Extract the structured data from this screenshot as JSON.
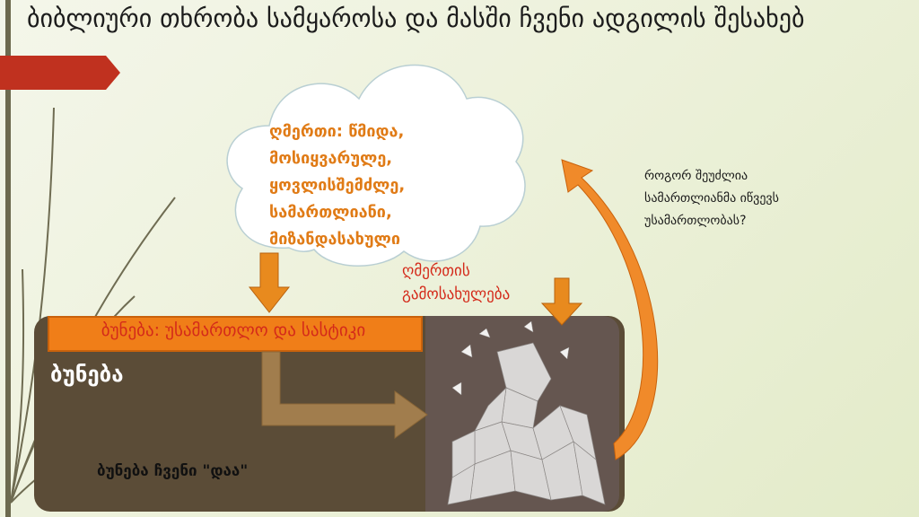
{
  "title": "ბიბლიური თხრობა სამყაროსა და მასში ჩვენი ადგილის შესახებ",
  "god_attributes": "ღმერთი: წმიდა, მოსიყვარულე, ყოვლისშემძლე, სამართლიანი, მიზანდასახული",
  "god_manifestation": "ღმერთის გამოსახულება",
  "question": "როგორ შეუძლია სამართლიანმა იწვევს უსამართლობას?",
  "nature_banner": "ბუნება: უსამართლო და სასტიკი",
  "nature_label": "ბუნება",
  "sister_nature": "ბუნება ჩვენი \"დაა\"",
  "colors": {
    "accent_orange": "#f07e18",
    "brown_box": "#5b4c37",
    "red_text": "#d42a1a",
    "title_bar_red": "#c0311f"
  },
  "icons": {
    "figure": "despairing-person-photo"
  }
}
